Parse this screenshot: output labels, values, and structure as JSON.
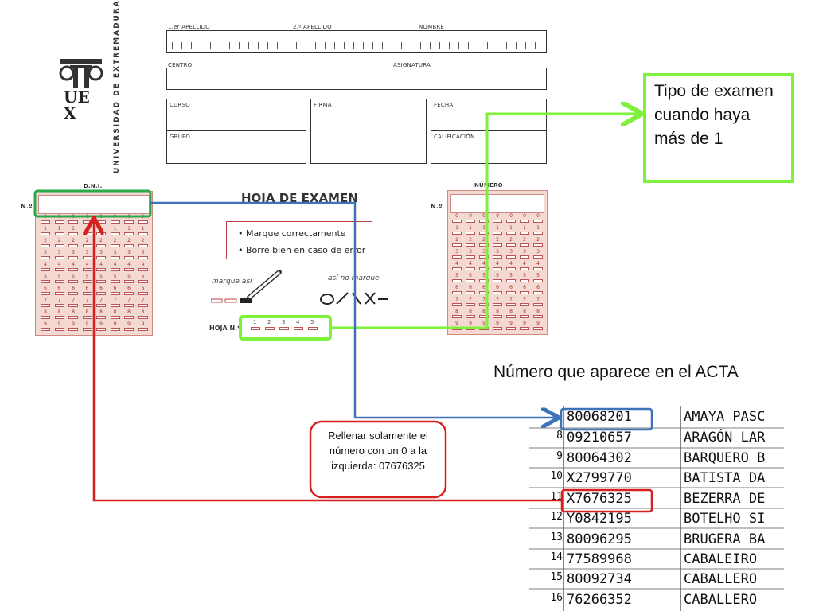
{
  "university": {
    "logo_letters": "UEX",
    "name": "UNIVERSIDAD DE EXTREMADURA"
  },
  "form": {
    "apellido1_label": "1.er APELLIDO",
    "apellido2_label": "2.º APELLIDO",
    "nombre_label": "NOMBRE",
    "centro_label": "CENTRO",
    "asignatura_label": "ASIGNATURA",
    "curso_label": "CURSO",
    "firma_label": "FIRMA",
    "fecha_label": "FECHA",
    "grupo_label": "GRUPO",
    "calificacion_label": "CALIFICACIÓN",
    "dni_label": "D.N.I.",
    "no_label": "N.º",
    "numero_label": "NÚMERO",
    "title": "HOJA DE EXAMEN",
    "instruction_1": "• Marque correctamente",
    "instruction_2": "• Borre bien en caso de error",
    "marque_asi": "marque así",
    "asi_no_marque": "así no marque",
    "hoja_label": "HOJA N.º",
    "hoja_options": [
      "1",
      "2",
      "3",
      "4",
      "5"
    ],
    "digits": [
      "0",
      "1",
      "2",
      "3",
      "4",
      "5",
      "6",
      "7",
      "8",
      "9"
    ]
  },
  "callouts": {
    "tipo_examen": "Tipo de examen cuando haya más de 1",
    "numero_acta": "Número que aparece en el ACTA",
    "rellenar": "Rellenar solamente el número con un 0 a la izquierda: 07676325"
  },
  "acta": {
    "rows": [
      {
        "index": "",
        "dni": "80068201",
        "name": "AMAYA PASC"
      },
      {
        "index": "8",
        "dni": "09210657",
        "name": "ARAGÓN LAR"
      },
      {
        "index": "9",
        "dni": "80064302",
        "name": "BARQUERO B"
      },
      {
        "index": "10",
        "dni": "X2799770",
        "name": "BATISTA DA"
      },
      {
        "index": "11",
        "dni": "X7676325",
        "name": "BEZERRA DE"
      },
      {
        "index": "12",
        "dni": "Y0842195",
        "name": "BOTELHO SI"
      },
      {
        "index": "13",
        "dni": "80096295",
        "name": "BRUGERA BA"
      },
      {
        "index": "14",
        "dni": "77589968",
        "name": "CABALEIRO"
      },
      {
        "index": "15",
        "dni": "80092734",
        "name": "CABALLERO"
      },
      {
        "index": "16",
        "dni": "76266352",
        "name": "CABALLERO"
      }
    ]
  },
  "colors": {
    "green": "#7ef23a",
    "dark_green": "#2aa84a",
    "blue": "#3d73b8",
    "red": "#d62020",
    "sheet_pink": "#f4d8d2"
  }
}
